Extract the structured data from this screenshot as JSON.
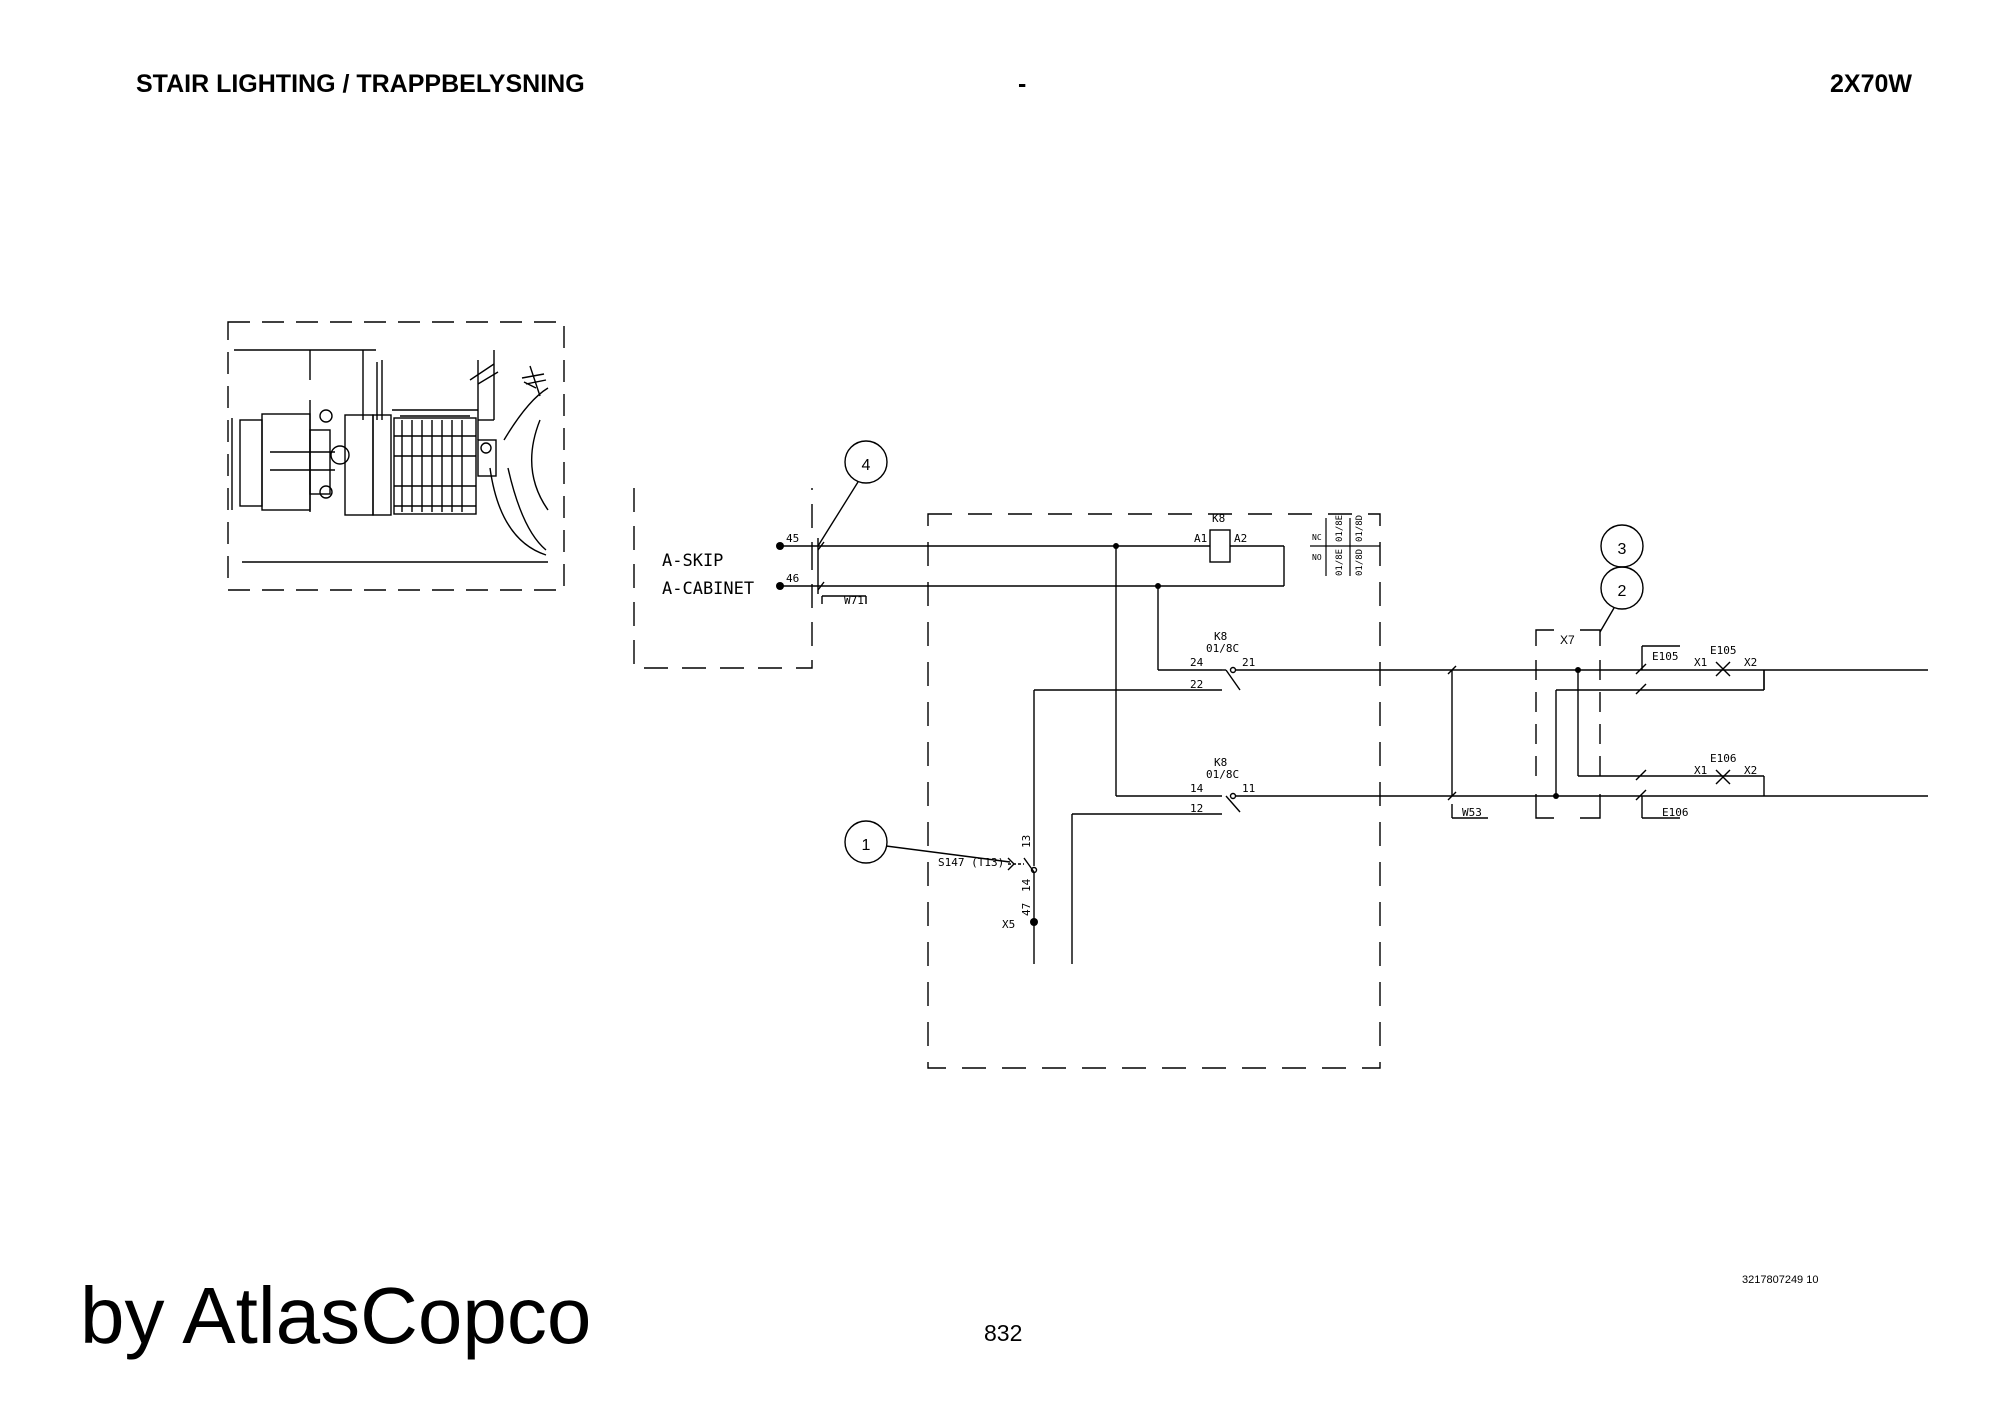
{
  "header": {
    "title": "STAIR LIGHTING / TRAPPBELYSNING",
    "separator": "-",
    "rating": "2X70W"
  },
  "footer": {
    "brand": "by AtlasCopco",
    "page_number": "832",
    "doc_number": "3217807249 10"
  },
  "callouts": {
    "c1": "1",
    "c2": "2",
    "c3": "3",
    "c4": "4"
  },
  "cabinet": {
    "name_line1": "A-SKIP",
    "name_line2": "A-CABINET",
    "terminal_45": "45",
    "terminal_46": "46",
    "cable": "W71"
  },
  "relay": {
    "tag": "K8",
    "coil_a1": "A1",
    "coil_a2": "A2",
    "nc": "NC",
    "no": "NO",
    "ref_nc_1": "01/8E",
    "ref_nc_2": "01/8D",
    "ref_no_1": "01/8E",
    "ref_no_2": "01/8D",
    "contact1_tag": "K8",
    "contact1_ref": "01/8C",
    "contact1_t24": "24",
    "contact1_t21": "21",
    "contact1_t22": "22",
    "contact2_tag": "K8",
    "contact2_ref": "01/8C",
    "contact2_t14": "14",
    "contact2_t11": "11",
    "contact2_t12": "12"
  },
  "switch": {
    "tag": "S147 (T13)",
    "t13": "13",
    "t14": "14",
    "t47": "47",
    "terminal": "X5"
  },
  "terminal_block": "X7",
  "cable_w53": "W53",
  "lamps": {
    "e105_cable": "E105",
    "e105_tag": "E105",
    "e105_x1": "X1",
    "e105_x2": "X2",
    "e106_cable": "E106",
    "e106_tag": "E106",
    "e106_x1": "X1",
    "e106_x2": "X2"
  }
}
